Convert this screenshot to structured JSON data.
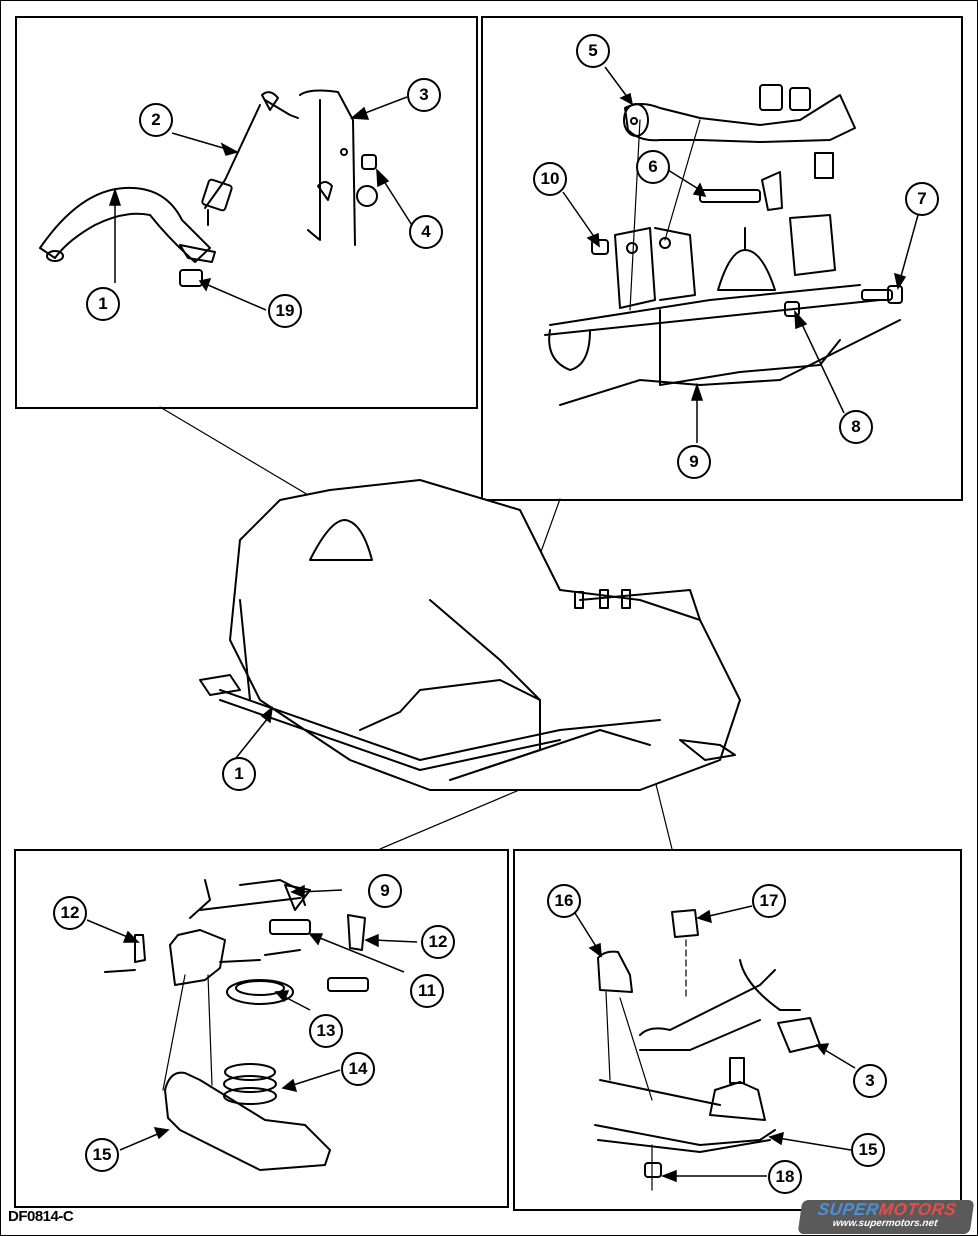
{
  "figure": {
    "id": "DF0814-C",
    "watermark": {
      "brand_part1": "SUPER",
      "brand_part2": "MOTORS",
      "url": "www.supermotors.net",
      "colors": {
        "part1": "#4a90d9",
        "part2": "#e0504a",
        "bg": "#5a5a5a"
      }
    }
  },
  "panels": {
    "top_left": {
      "callouts": [
        "1",
        "2",
        "3",
        "4",
        "19"
      ]
    },
    "top_right": {
      "callouts": [
        "5",
        "6",
        "10",
        "7",
        "8",
        "9"
      ]
    },
    "center": {
      "callouts": [
        "1"
      ]
    },
    "bottom_left": {
      "callouts": [
        "9",
        "12",
        "12",
        "11",
        "13",
        "14",
        "15"
      ]
    },
    "bottom_right": {
      "callouts": [
        "16",
        "17",
        "3",
        "15",
        "18"
      ]
    }
  }
}
